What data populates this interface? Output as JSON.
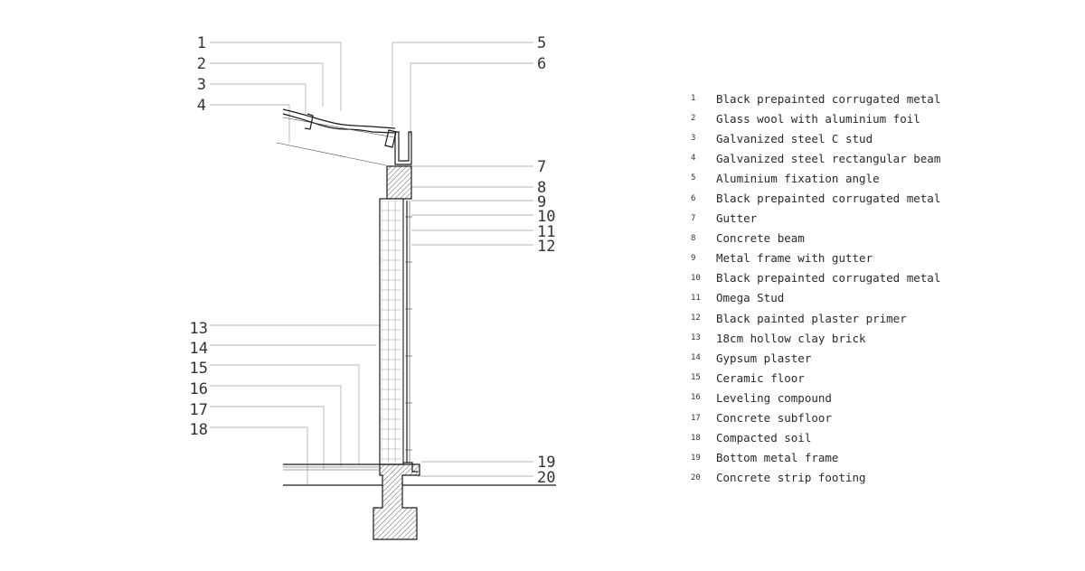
{
  "callouts": [
    "1",
    "2",
    "3",
    "4",
    "5",
    "6",
    "7",
    "8",
    "9",
    "10",
    "11",
    "12",
    "13",
    "14",
    "15",
    "16",
    "17",
    "18",
    "19",
    "20"
  ],
  "legend": [
    {
      "num": "1",
      "text": "Black prepainted corrugated metal"
    },
    {
      "num": "2",
      "text": "Glass wool with aluminium foil"
    },
    {
      "num": "3",
      "text": "Galvanized steel C stud"
    },
    {
      "num": "4",
      "text": "Galvanized steel rectangular beam"
    },
    {
      "num": "5",
      "text": "Aluminium fixation angle"
    },
    {
      "num": "6",
      "text": "Black prepainted corrugated metal"
    },
    {
      "num": "7",
      "text": "Gutter"
    },
    {
      "num": "8",
      "text": "Concrete beam"
    },
    {
      "num": "9",
      "text": "Metal frame with gutter"
    },
    {
      "num": "10",
      "text": "Black prepainted corrugated metal"
    },
    {
      "num": "11",
      "text": "Omega Stud"
    },
    {
      "num": "12",
      "text": "Black painted plaster primer"
    },
    {
      "num": "13",
      "text": "18cm hollow clay brick"
    },
    {
      "num": "14",
      "text": "Gypsum plaster"
    },
    {
      "num": "15",
      "text": "Ceramic floor"
    },
    {
      "num": "16",
      "text": "Leveling compound"
    },
    {
      "num": "17",
      "text": "Concrete subfloor"
    },
    {
      "num": "18",
      "text": "Compacted soil"
    },
    {
      "num": "19",
      "text": "Bottom metal frame"
    },
    {
      "num": "20",
      "text": "Concrete strip footing"
    }
  ]
}
